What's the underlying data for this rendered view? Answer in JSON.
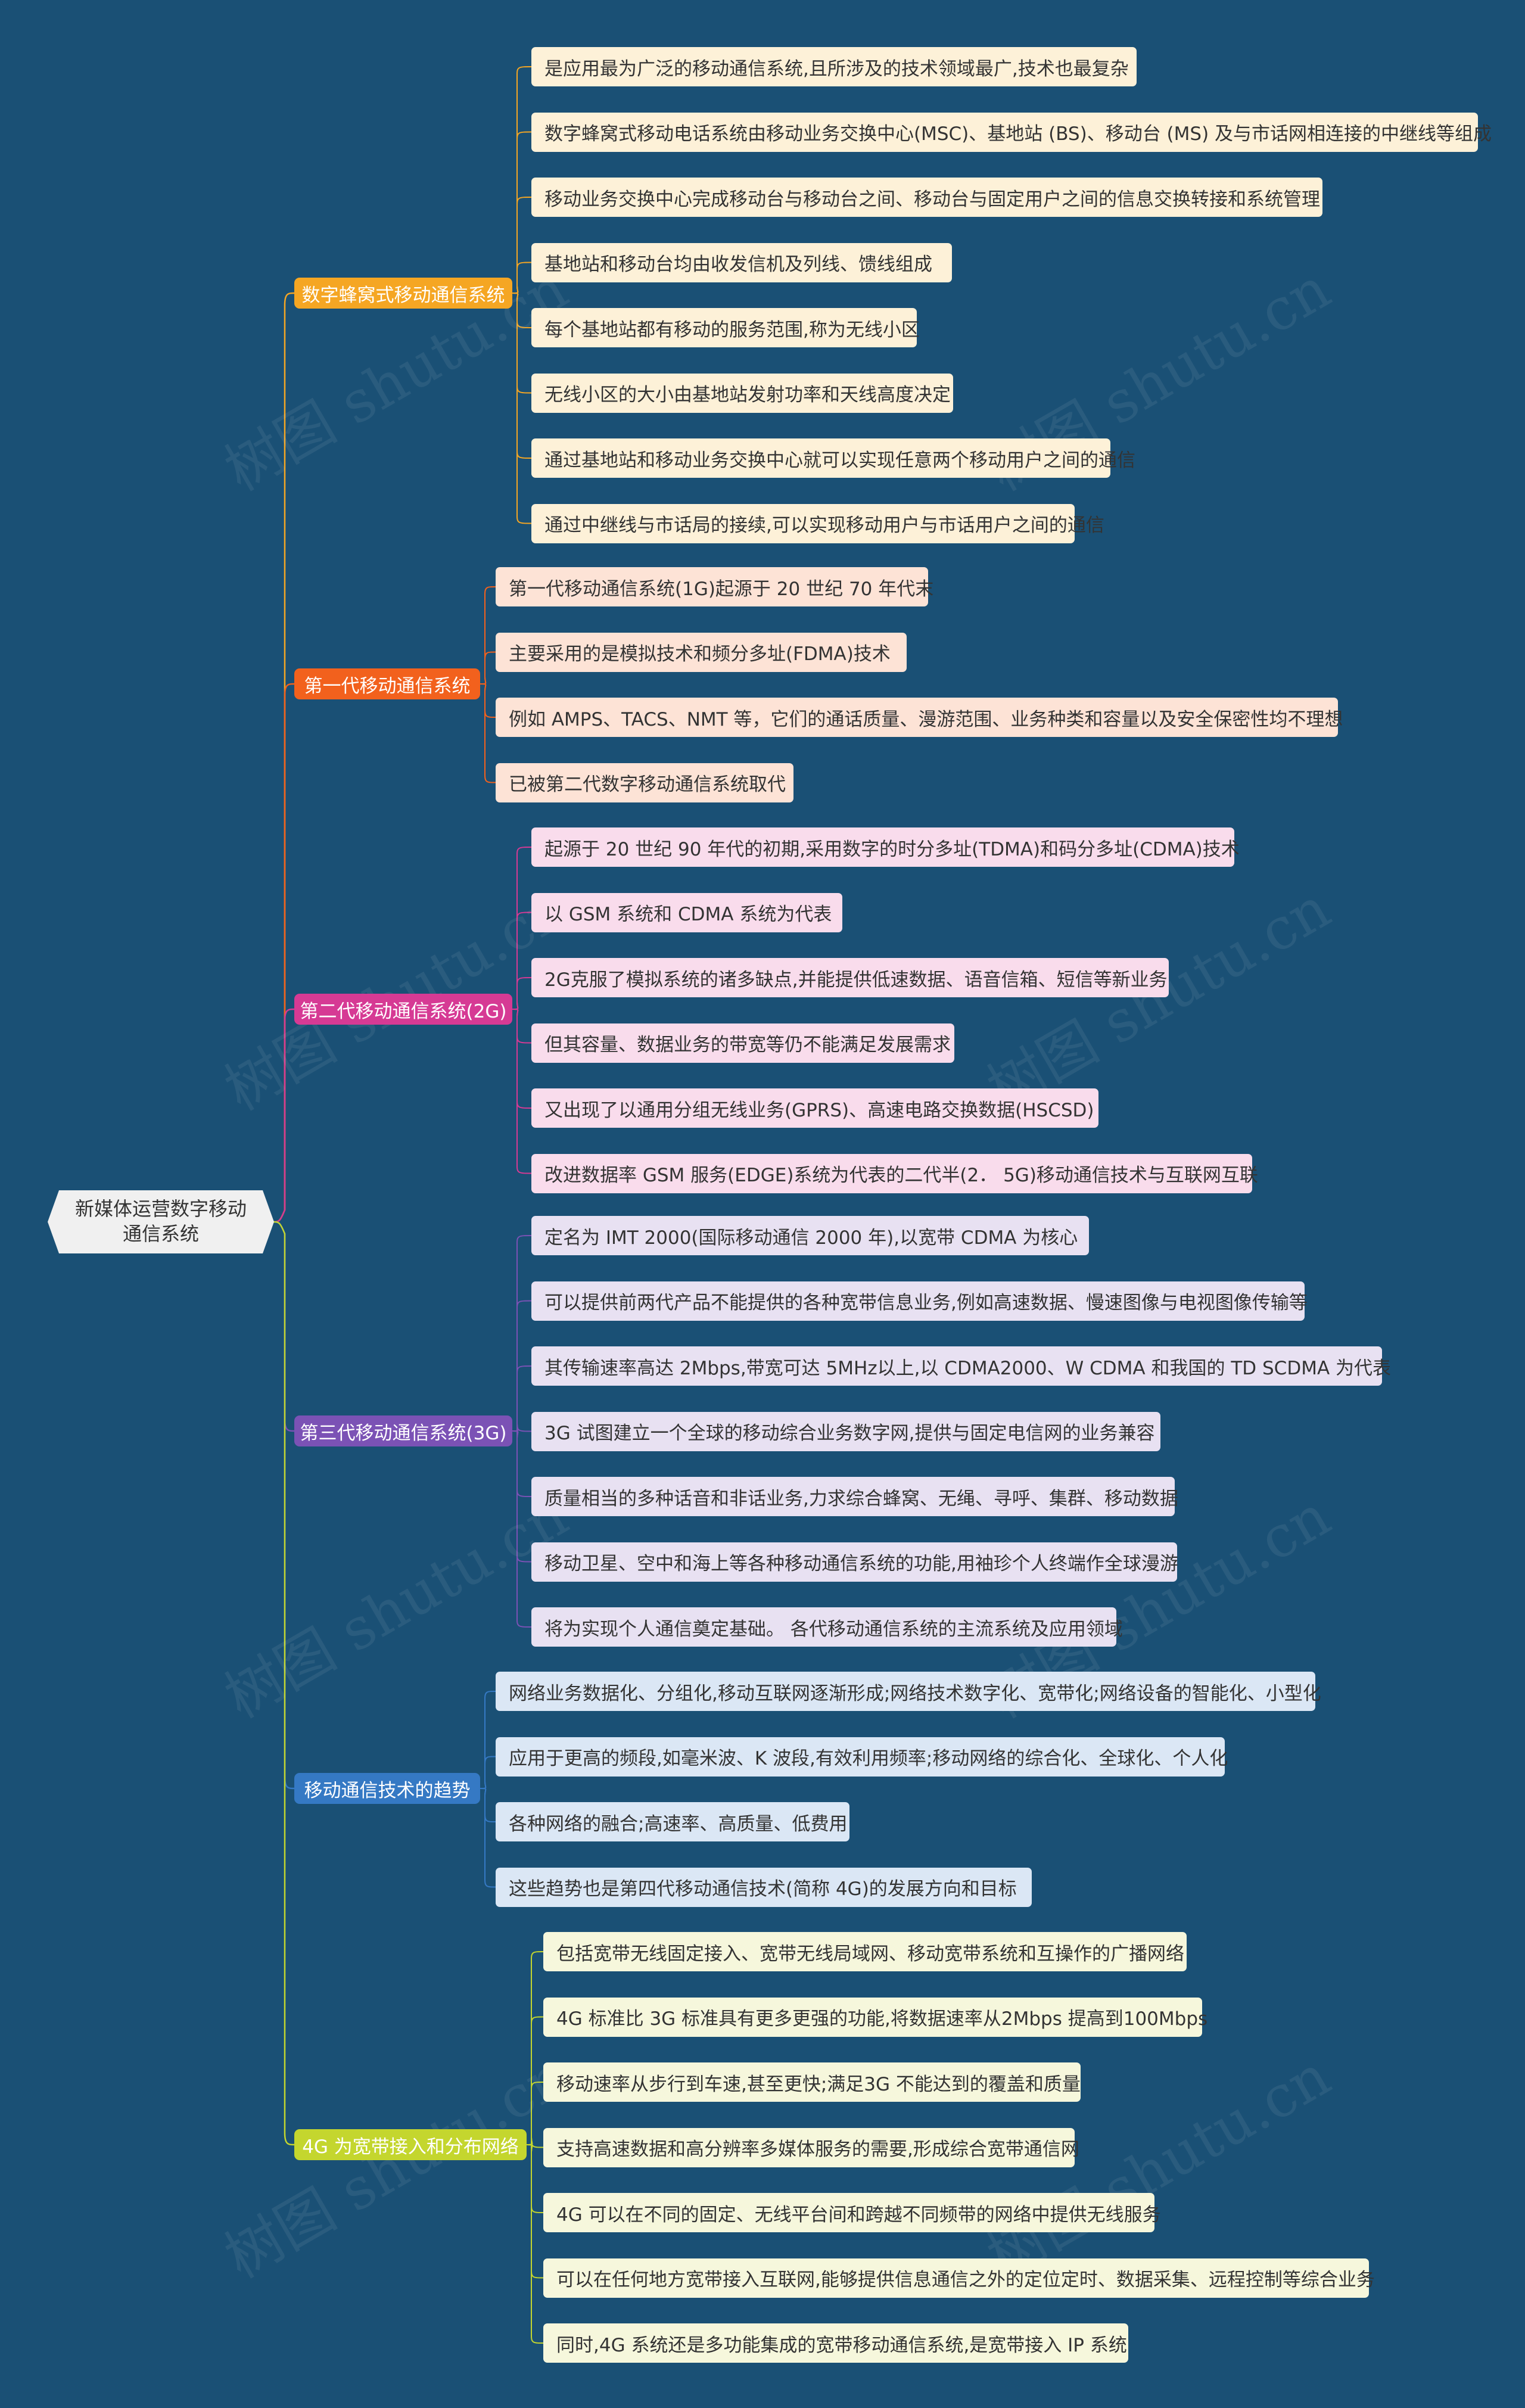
{
  "root": {
    "label": "新媒体运营数字移动通信系统"
  },
  "watermark": "树图 shutu.cn",
  "branches": [
    {
      "label": "数字蜂窝式移动通信系统",
      "color": "#f5a623",
      "leaf_bg": "#fdf1d8",
      "leaves": [
        "是应用最为广泛的移动通信系统,且所涉及的技术领域最广,技术也最复杂",
        "数字蜂窝式移动电话系统由移动业务交换中心(MSC)、基地站 (BS)、移动台 (MS) 及与市话网相连接的中继线等组成",
        "移动业务交换中心完成移动台与移动台之间、移动台与固定用户之间的信息交换转接和系统管理",
        "基地站和移动台均由收发信机及列线、馈线组成",
        "每个基地站都有移动的服务范围,称为无线小区",
        "无线小区的大小由基地站发射功率和天线高度决定",
        "通过基地站和移动业务交换中心就可以实现任意两个移动用户之间的通信",
        "通过中继线与市话局的接续,可以实现移动用户与市话用户之间的通信"
      ]
    },
    {
      "label": "第一代移动通信系统",
      "color": "#f2611d",
      "leaf_bg": "#fde3d6",
      "leaves": [
        "第一代移动通信系统(1G)起源于 20 世纪 70 年代末",
        "主要采用的是模拟技术和频分多址(FDMA)技术",
        "例如 AMPS、TACS、NMT 等，它们的通话质量、漫游范围、业务种类和容量以及安全保密性均不理想",
        "已被第二代数字移动通信系统取代"
      ]
    },
    {
      "label": "第二代移动通信系统(2G)",
      "color": "#d63a94",
      "leaf_bg": "#f9dcec",
      "leaves": [
        "起源于 20 世纪 90 年代的初期,采用数字的时分多址(TDMA)和码分多址(CDMA)技术",
        "以 GSM 系统和 CDMA 系统为代表",
        "2G克服了模拟系统的诸多缺点,并能提供低速数据、语音信箱、短信等新业务",
        "但其容量、数据业务的带宽等仍不能满足发展需求",
        "又出现了以通用分组无线业务(GPRS)、高速电路交换数据(HSCSD)",
        "改进数据率 GSM 服务(EDGE)系统为代表的二代半(2． 5G)移动通信技术与互联网互联"
      ]
    },
    {
      "label": "第三代移动通信系统(3G)",
      "color": "#7b52b5",
      "leaf_bg": "#e8e1f2",
      "leaves": [
        "定名为 IMT 2000(国际移动通信 2000 年),以宽带 CDMA 为核心",
        "可以提供前两代产品不能提供的各种宽带信息业务,例如高速数据、慢速图像与电视图像传输等",
        "其传输速率高达 2Mbps,带宽可达 5MHz以上,以 CDMA2000、W CDMA 和我国的 TD SCDMA 为代表",
        "3G 试图建立一个全球的移动综合业务数字网,提供与固定电信网的业务兼容",
        "质量相当的多种话音和非话业务,力求综合蜂窝、无绳、寻呼、集群、移动数据",
        "移动卫星、空中和海上等各种移动通信系统的功能,用袖珍个人终端作全球漫游",
        "将为实现个人通信奠定基础。 各代移动通信系统的主流系统及应用领域"
      ]
    },
    {
      "label": "移动通信技术的趋势",
      "color": "#3579c4",
      "leaf_bg": "#dbe7f5",
      "leaves": [
        "网络业务数据化、分组化,移动互联网逐渐形成;网络技术数字化、宽带化;网络设备的智能化、小型化",
        "应用于更高的频段,如毫米波、K 波段,有效利用频率;移动网络的综合化、全球化、个人化",
        "各种网络的融合;高速率、高质量、低费用",
        "这些趋势也是第四代移动通信技术(简称 4G)的发展方向和目标"
      ]
    },
    {
      "label": "4G 为宽带接入和分布网络",
      "color": "#c4d62e",
      "leaf_bg": "#f6f7dc",
      "leaves": [
        "包括宽带无线固定接入、宽带无线局域网、移动宽带系统和互操作的广播网络",
        "4G 标准比 3G 标准具有更多更强的功能,将数据速率从2Mbps 提高到100Mbps",
        "移动速率从步行到车速,甚至更快;满足3G 不能达到的覆盖和质量",
        "支持高速数据和高分辨率多媒体服务的需要,形成综合宽带通信网",
        "4G 可以在不同的固定、无线平台间和跨越不同频带的网络中提供无线服务",
        "可以在任何地方宽带接入互联网,能够提供信息通信之外的定位定时、数据采集、远程控制等综合业务",
        "同时,4G 系统还是多功能集成的宽带移动通信系统,是宽带接入 IP 系统"
      ]
    }
  ]
}
